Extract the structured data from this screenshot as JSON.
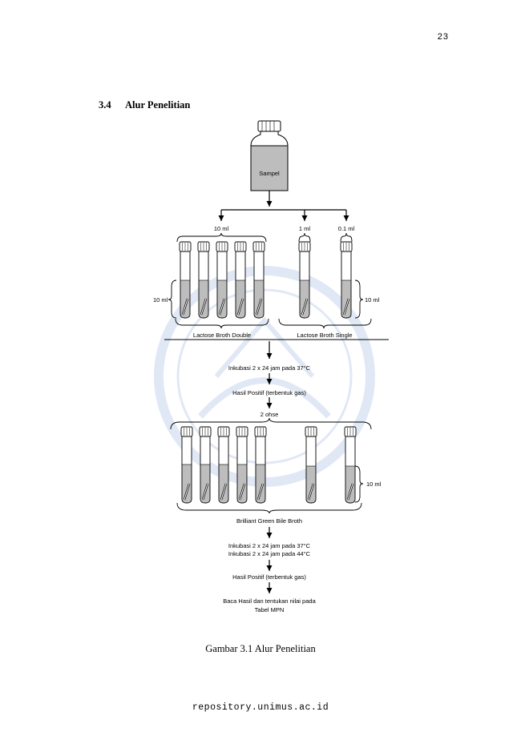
{
  "page": {
    "number": "23"
  },
  "section": {
    "number": "3.4",
    "title": "Alur Penelitian"
  },
  "diagram": {
    "bottle_label": "Sampel",
    "branch_labels": [
      "10 ml",
      "1 ml",
      "0.1 ml"
    ],
    "volume_label": "10 ml",
    "group_labels": [
      "Lactose Broth Double",
      "Lactose Broth Single"
    ],
    "steps": {
      "incubation_1": "Inkubasi 2 x 24 jam pada 37°C",
      "positive_1": "Hasil Positif (terbentuk gas)",
      "transfer": "2 ohse",
      "medium_2": "Brilliant Green Bile Broth",
      "incubation_2a": "Inkubasi 2 x 24 jam pada 37°C",
      "incubation_2b": "Inkubasi 2 x 24 jam pada 44°C",
      "positive_2": "Hasil Positif (terbentuk gas)",
      "read_1": "Baca Hasil dan tentukan nilai pada",
      "read_2": "Tabel MPN"
    }
  },
  "figure": {
    "caption": "Gambar 3.1  Alur Penelitian"
  },
  "footer": {
    "text": "repository.unimus.ac.id"
  },
  "colors": {
    "liquid": "#bdbdbd",
    "stroke": "#000000",
    "watermark": "#c9d7ee"
  }
}
